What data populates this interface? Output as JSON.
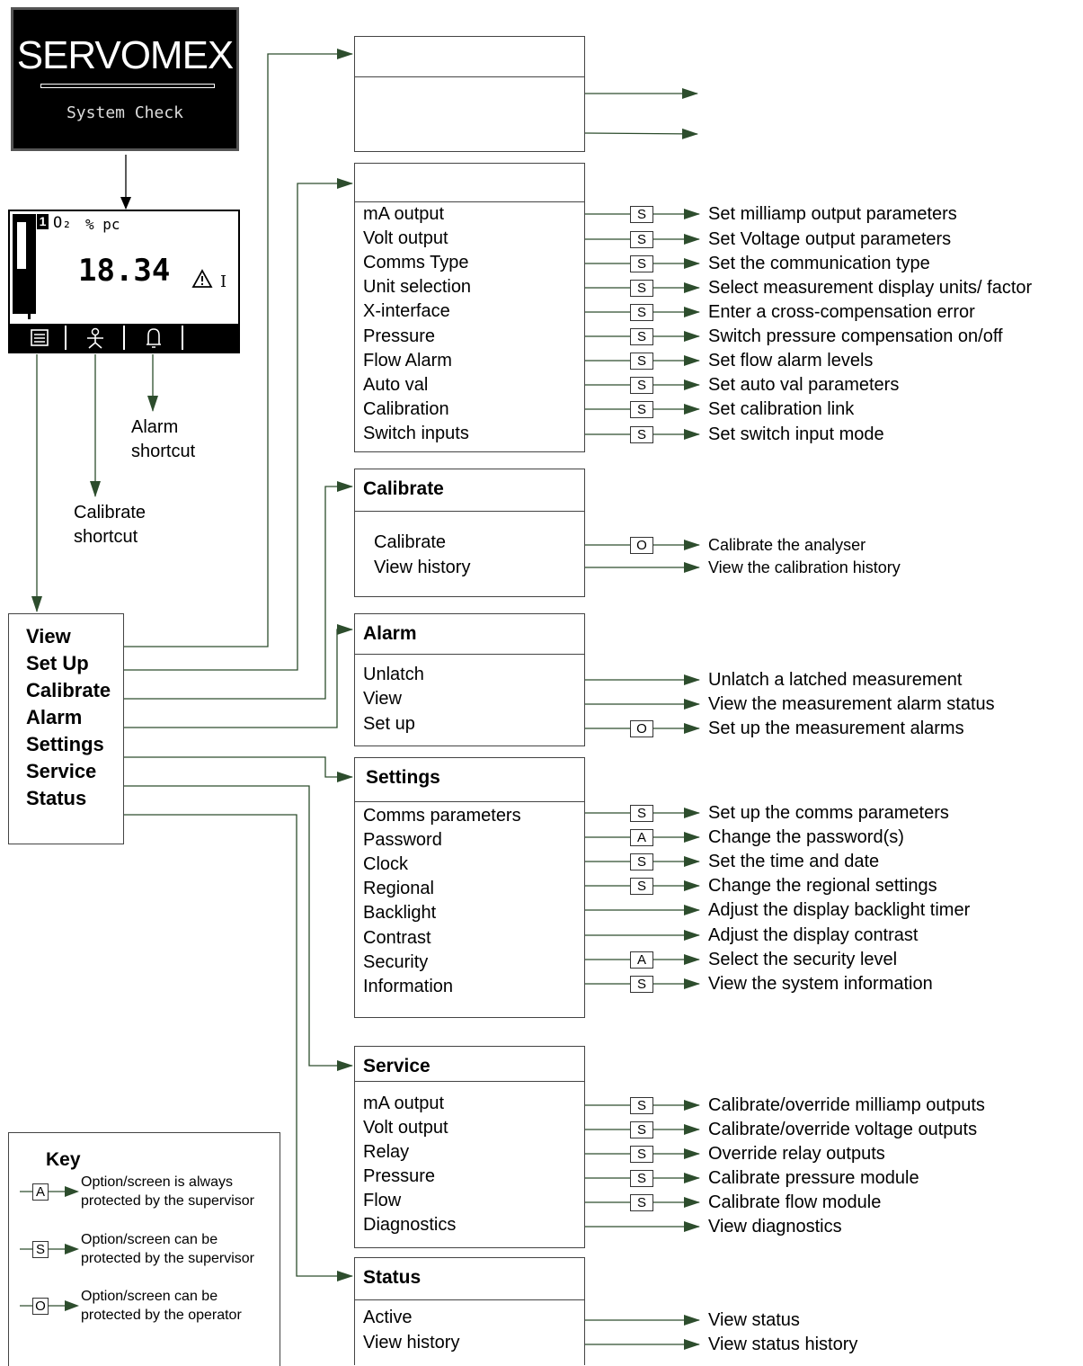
{
  "colors": {
    "arrow": "#2d4d2d",
    "box_border": "#444444"
  },
  "splash": {
    "logo": "SERVOMEX",
    "subtitle": "System Check"
  },
  "display": {
    "channel": "1",
    "gas": "O₂",
    "units": "% pc",
    "value": "18.34",
    "warn_suffix": "I",
    "softkeys": [
      "menu-icon",
      "person-icon",
      "bell-icon",
      ""
    ]
  },
  "shortcuts": {
    "alarm": "Alarm\nshortcut",
    "calibrate": "Calibrate\nshortcut"
  },
  "main_menu": [
    "View",
    "Set Up",
    "Calibrate",
    "Alarm",
    "Settings",
    "Service",
    "Status"
  ],
  "view_menu": {
    "title": ""
  },
  "setup_menu": {
    "title": "",
    "items": [
      {
        "label": "mA output",
        "tag": "S",
        "desc": "Set milliamp output parameters"
      },
      {
        "label": "Volt output",
        "tag": "S",
        "desc": "Set Voltage output parameters"
      },
      {
        "label": "Comms Type",
        "tag": "S",
        "desc": "Set the communication type"
      },
      {
        "label": "Unit selection",
        "tag": "S",
        "desc": "Select measurement display units/ factor"
      },
      {
        "label": "X-interface",
        "tag": "S",
        "desc": "Enter a cross-compensation error"
      },
      {
        "label": "Pressure",
        "tag": "S",
        "desc": "Switch pressure compensation on/off"
      },
      {
        "label": "Flow Alarm",
        "tag": "S",
        "desc": "Set flow alarm levels"
      },
      {
        "label": "Auto val",
        "tag": "S",
        "desc": "Set auto val parameters"
      },
      {
        "label": "Calibration",
        "tag": "S",
        "desc": "Set calibration link"
      },
      {
        "label": "Switch inputs",
        "tag": "S",
        "desc": "Set switch input mode"
      }
    ]
  },
  "calibrate_menu": {
    "title": "Calibrate",
    "items": [
      {
        "label": "Calibrate",
        "tag": "O",
        "desc": "Calibrate the analyser"
      },
      {
        "label": "View history",
        "tag": "",
        "desc": "View the calibration history"
      }
    ]
  },
  "alarm_menu": {
    "title": "Alarm",
    "items": [
      {
        "label": "Unlatch",
        "tag": "",
        "desc": "Unlatch a latched measurement"
      },
      {
        "label": "View",
        "tag": "",
        "desc": "View the measurement alarm status"
      },
      {
        "label": "Set up",
        "tag": "O",
        "desc": "Set up the measurement alarms"
      }
    ]
  },
  "settings_menu": {
    "title": "Settings",
    "items": [
      {
        "label": "Comms parameters",
        "tag": "S",
        "desc": "Set up the comms parameters"
      },
      {
        "label": "Password",
        "tag": "A",
        "desc": "Change the password(s)"
      },
      {
        "label": "Clock",
        "tag": "S",
        "desc": "Set the time and date"
      },
      {
        "label": "Regional",
        "tag": "S",
        "desc": "Change the regional settings"
      },
      {
        "label": "Backlight",
        "tag": "",
        "desc": "Adjust the display backlight timer"
      },
      {
        "label": "Contrast",
        "tag": "",
        "desc": "Adjust the display contrast"
      },
      {
        "label": "Security",
        "tag": "A",
        "desc": "Select the security level"
      },
      {
        "label": "Information",
        "tag": "S",
        "desc": "View the system information"
      }
    ]
  },
  "service_menu": {
    "title": "Service",
    "items": [
      {
        "label": "mA output",
        "tag": "S",
        "desc": "Calibrate/override milliamp outputs"
      },
      {
        "label": "Volt output",
        "tag": "S",
        "desc": "Calibrate/override voltage outputs"
      },
      {
        "label": "Relay",
        "tag": "S",
        "desc": "Override relay outputs"
      },
      {
        "label": "Pressure",
        "tag": "S",
        "desc": "Calibrate pressure module"
      },
      {
        "label": "Flow",
        "tag": "S",
        "desc": "Calibrate flow module"
      },
      {
        "label": "Diagnostics",
        "tag": "",
        "desc": "View diagnostics"
      }
    ]
  },
  "status_menu": {
    "title": "Status",
    "items": [
      {
        "label": "Active",
        "tag": "",
        "desc": "View status"
      },
      {
        "label": "View history",
        "tag": "",
        "desc": "View status history"
      }
    ]
  },
  "key": {
    "title": "Key",
    "entries": [
      {
        "tag": "A",
        "text": "Option/screen is always\nprotected by the supervisor"
      },
      {
        "tag": "S",
        "text": "Option/screen can be\nprotected by the supervisor"
      },
      {
        "tag": "O",
        "text": "Option/screen can be\nprotected by the operator"
      }
    ]
  }
}
